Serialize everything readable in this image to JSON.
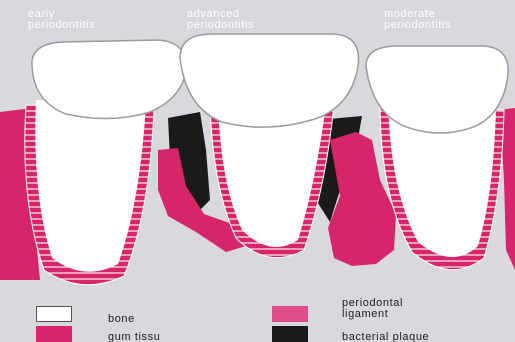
{
  "stages": {
    "early": "early\nperiodontitis",
    "advanced": "advanced\nperiodontitis",
    "moderate": "moderate\nperiodontitis"
  },
  "legend": {
    "bone": "bone",
    "gum": "gum tissu",
    "ligament": "periodontal\nligament",
    "plaque": "bacterial plaque"
  },
  "colors": {
    "background": "#d8d8de",
    "bone": "#ffffff",
    "gum": "#d6266a",
    "ligament": "#de4f8a",
    "plaque": "#1a1a1a"
  }
}
